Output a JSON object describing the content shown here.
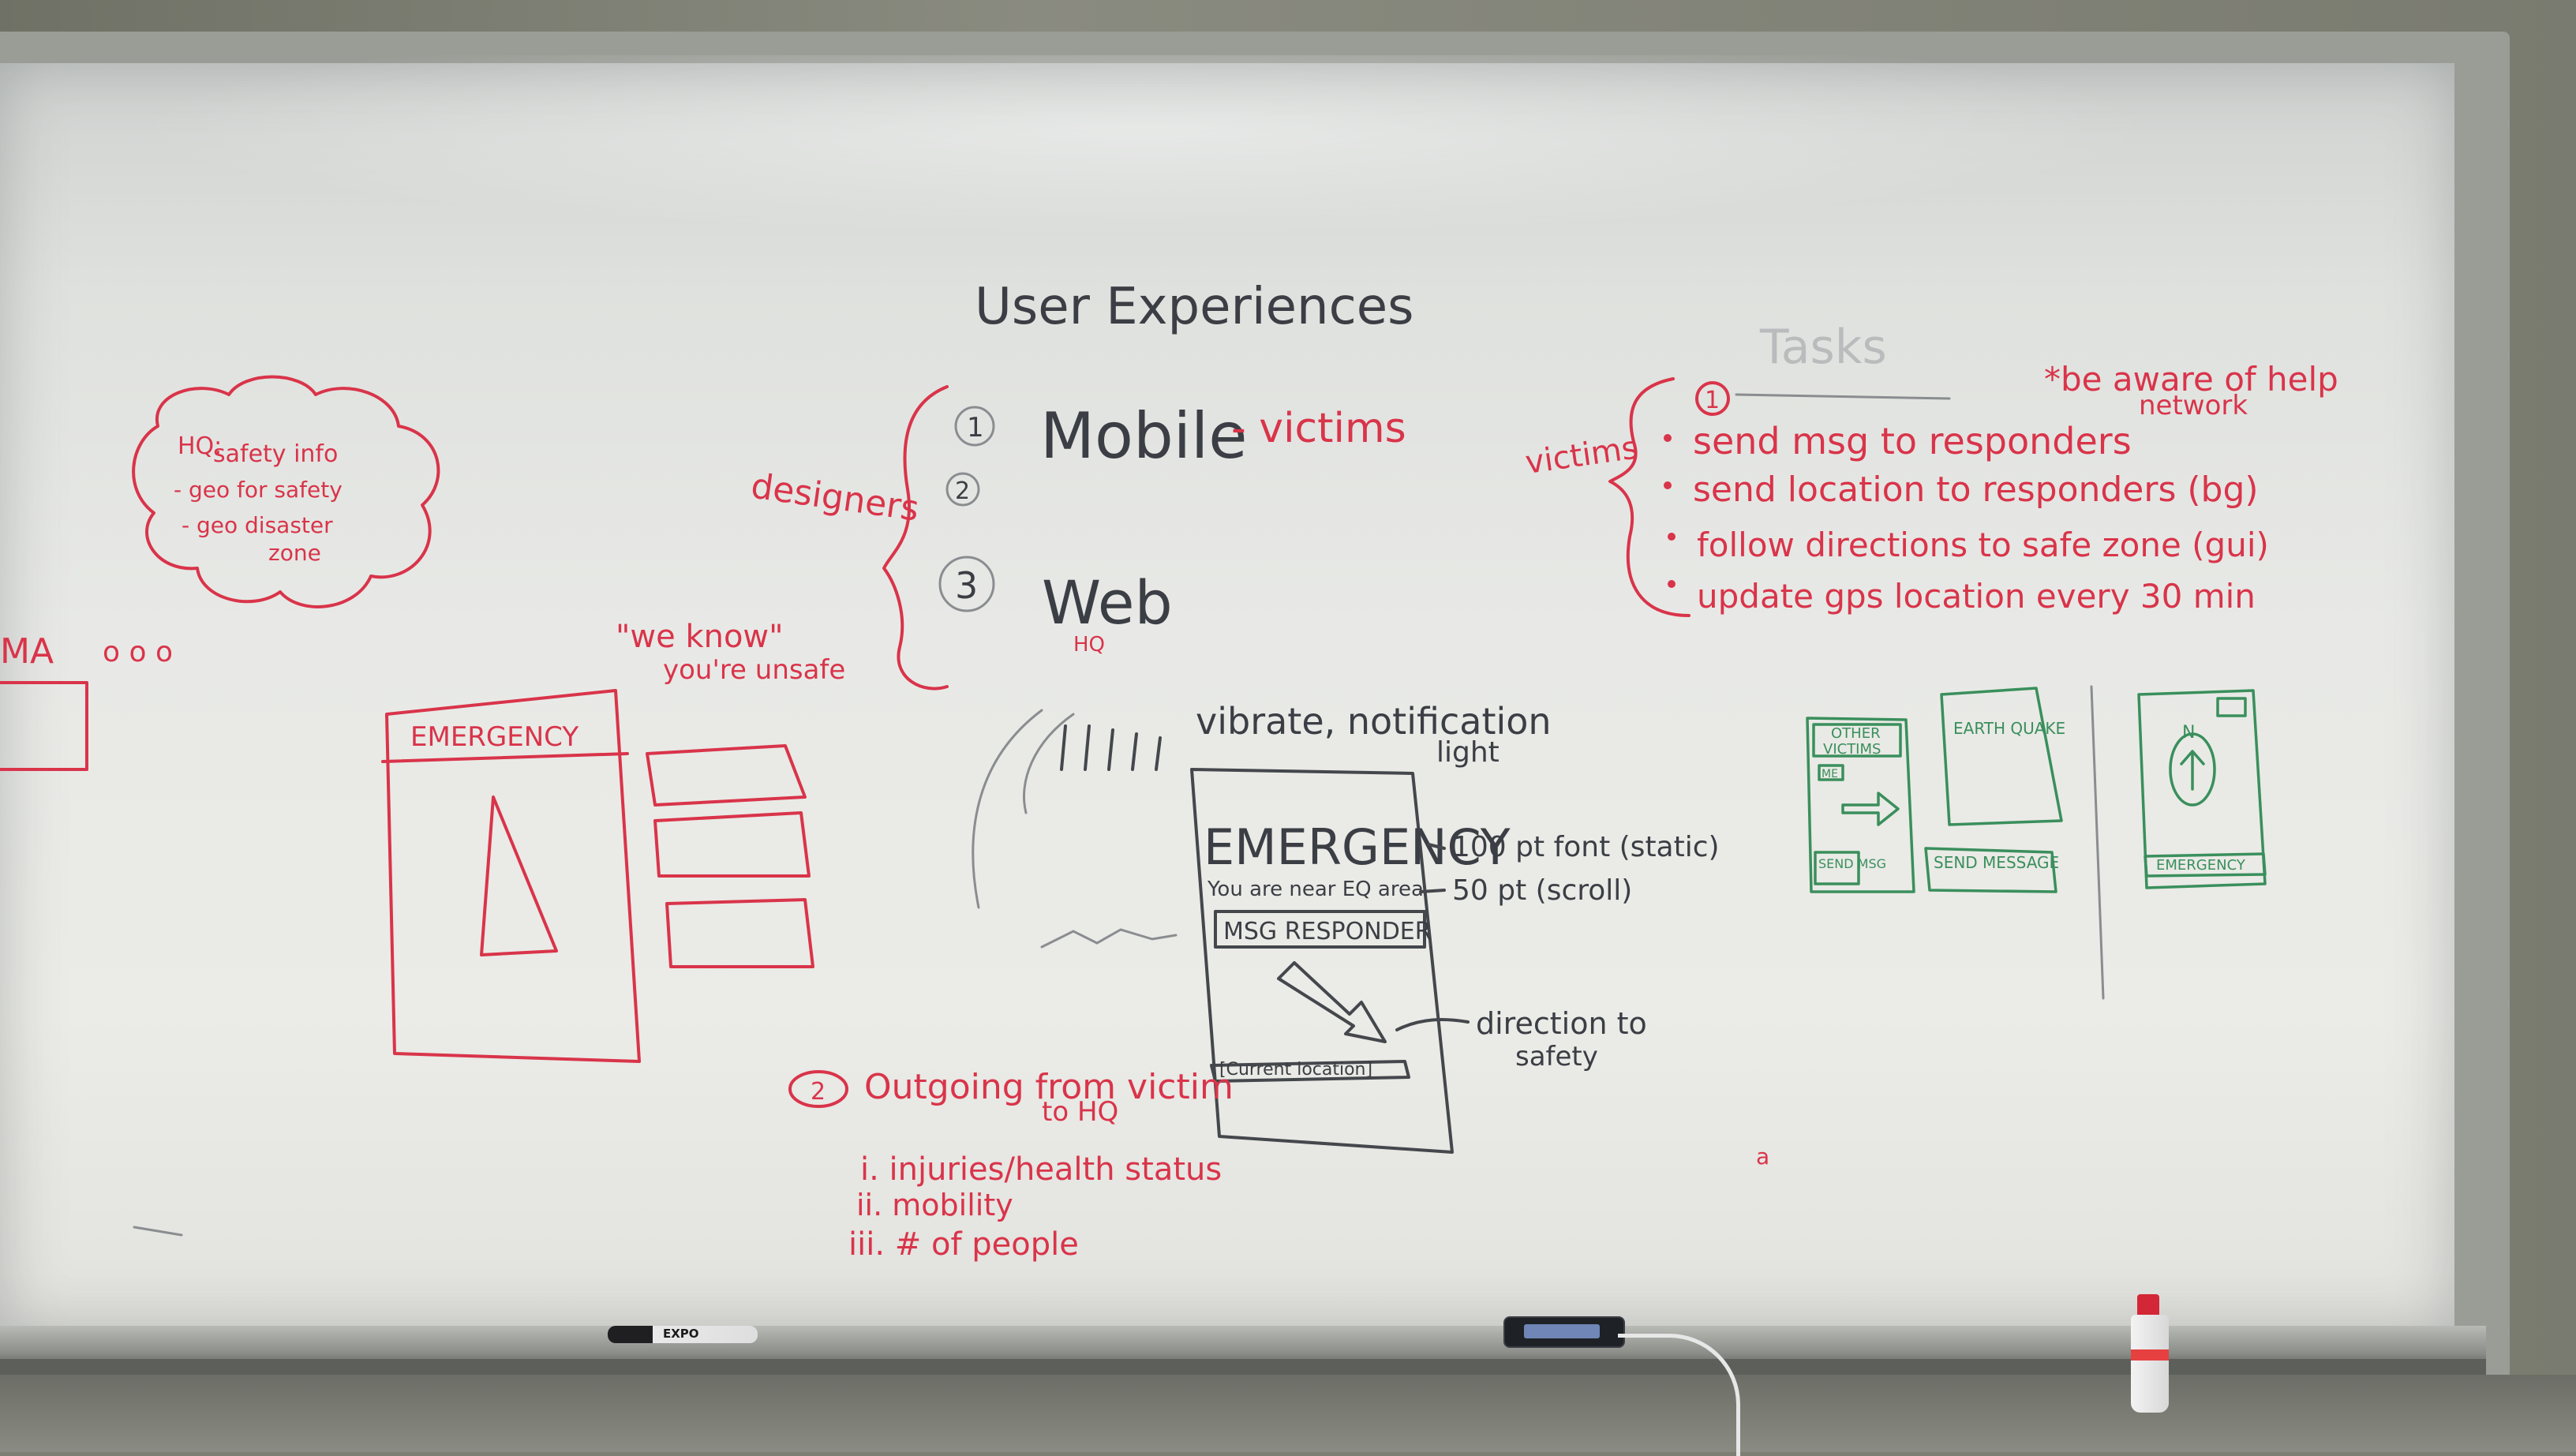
{
  "whiteboard": {
    "title": "User Experiences",
    "tasks_heading": "Tasks",
    "left_fragment": "MA",
    "bubble": {
      "line1": "HQ:",
      "line2": "safety info",
      "line3": "- geo for safety",
      "line4": "- geo disaster",
      "line5": "zone"
    },
    "quote_line1": "\"we know\"",
    "quote_line2": "you're unsafe",
    "left_sketch_label": "EMERGENCY",
    "designers_label": "designers",
    "experiences": [
      {
        "num": "1",
        "label": "Mobile",
        "note": "- victims"
      },
      {
        "num": "2",
        "label": "",
        "note": ""
      },
      {
        "num": "3",
        "label": "Web",
        "note": "HQ"
      }
    ],
    "victims_label": "victims",
    "tasks": {
      "header_num": "1",
      "aware": "*be aware of help",
      "aware2": "network",
      "items": [
        "send msg to responders",
        "send location to responders (bg)",
        "follow directions to safe zone (gui)",
        "update gps location every 30 min"
      ]
    },
    "phone_sketch": {
      "vibrate": "vibrate, notification",
      "light": "light",
      "emergency": "EMERGENCY",
      "near": "You are near EQ area",
      "msg_button": "MSG RESPONDER",
      "current_location": "[Current location]",
      "font1": "100 pt font (static)",
      "font2": "50 pt (scroll)",
      "direction": "direction to",
      "safety": "safety"
    },
    "outgoing": {
      "num": "2",
      "title": "Outgoing from victim",
      "title2": "to HQ",
      "items": [
        "i. injuries/health status",
        "ii. mobility",
        "iii. # of people"
      ]
    },
    "green_sketches": {
      "other": "OTHER",
      "victims": "VICTIMS",
      "me": "ME",
      "send_msg": "SEND MSG",
      "earthquake": "EARTH QUAKE",
      "send_message": "SEND MESSAGE",
      "north": "N",
      "emergency": "EMERGENCY"
    }
  },
  "tray": {
    "marker_brand": "EXPO"
  }
}
